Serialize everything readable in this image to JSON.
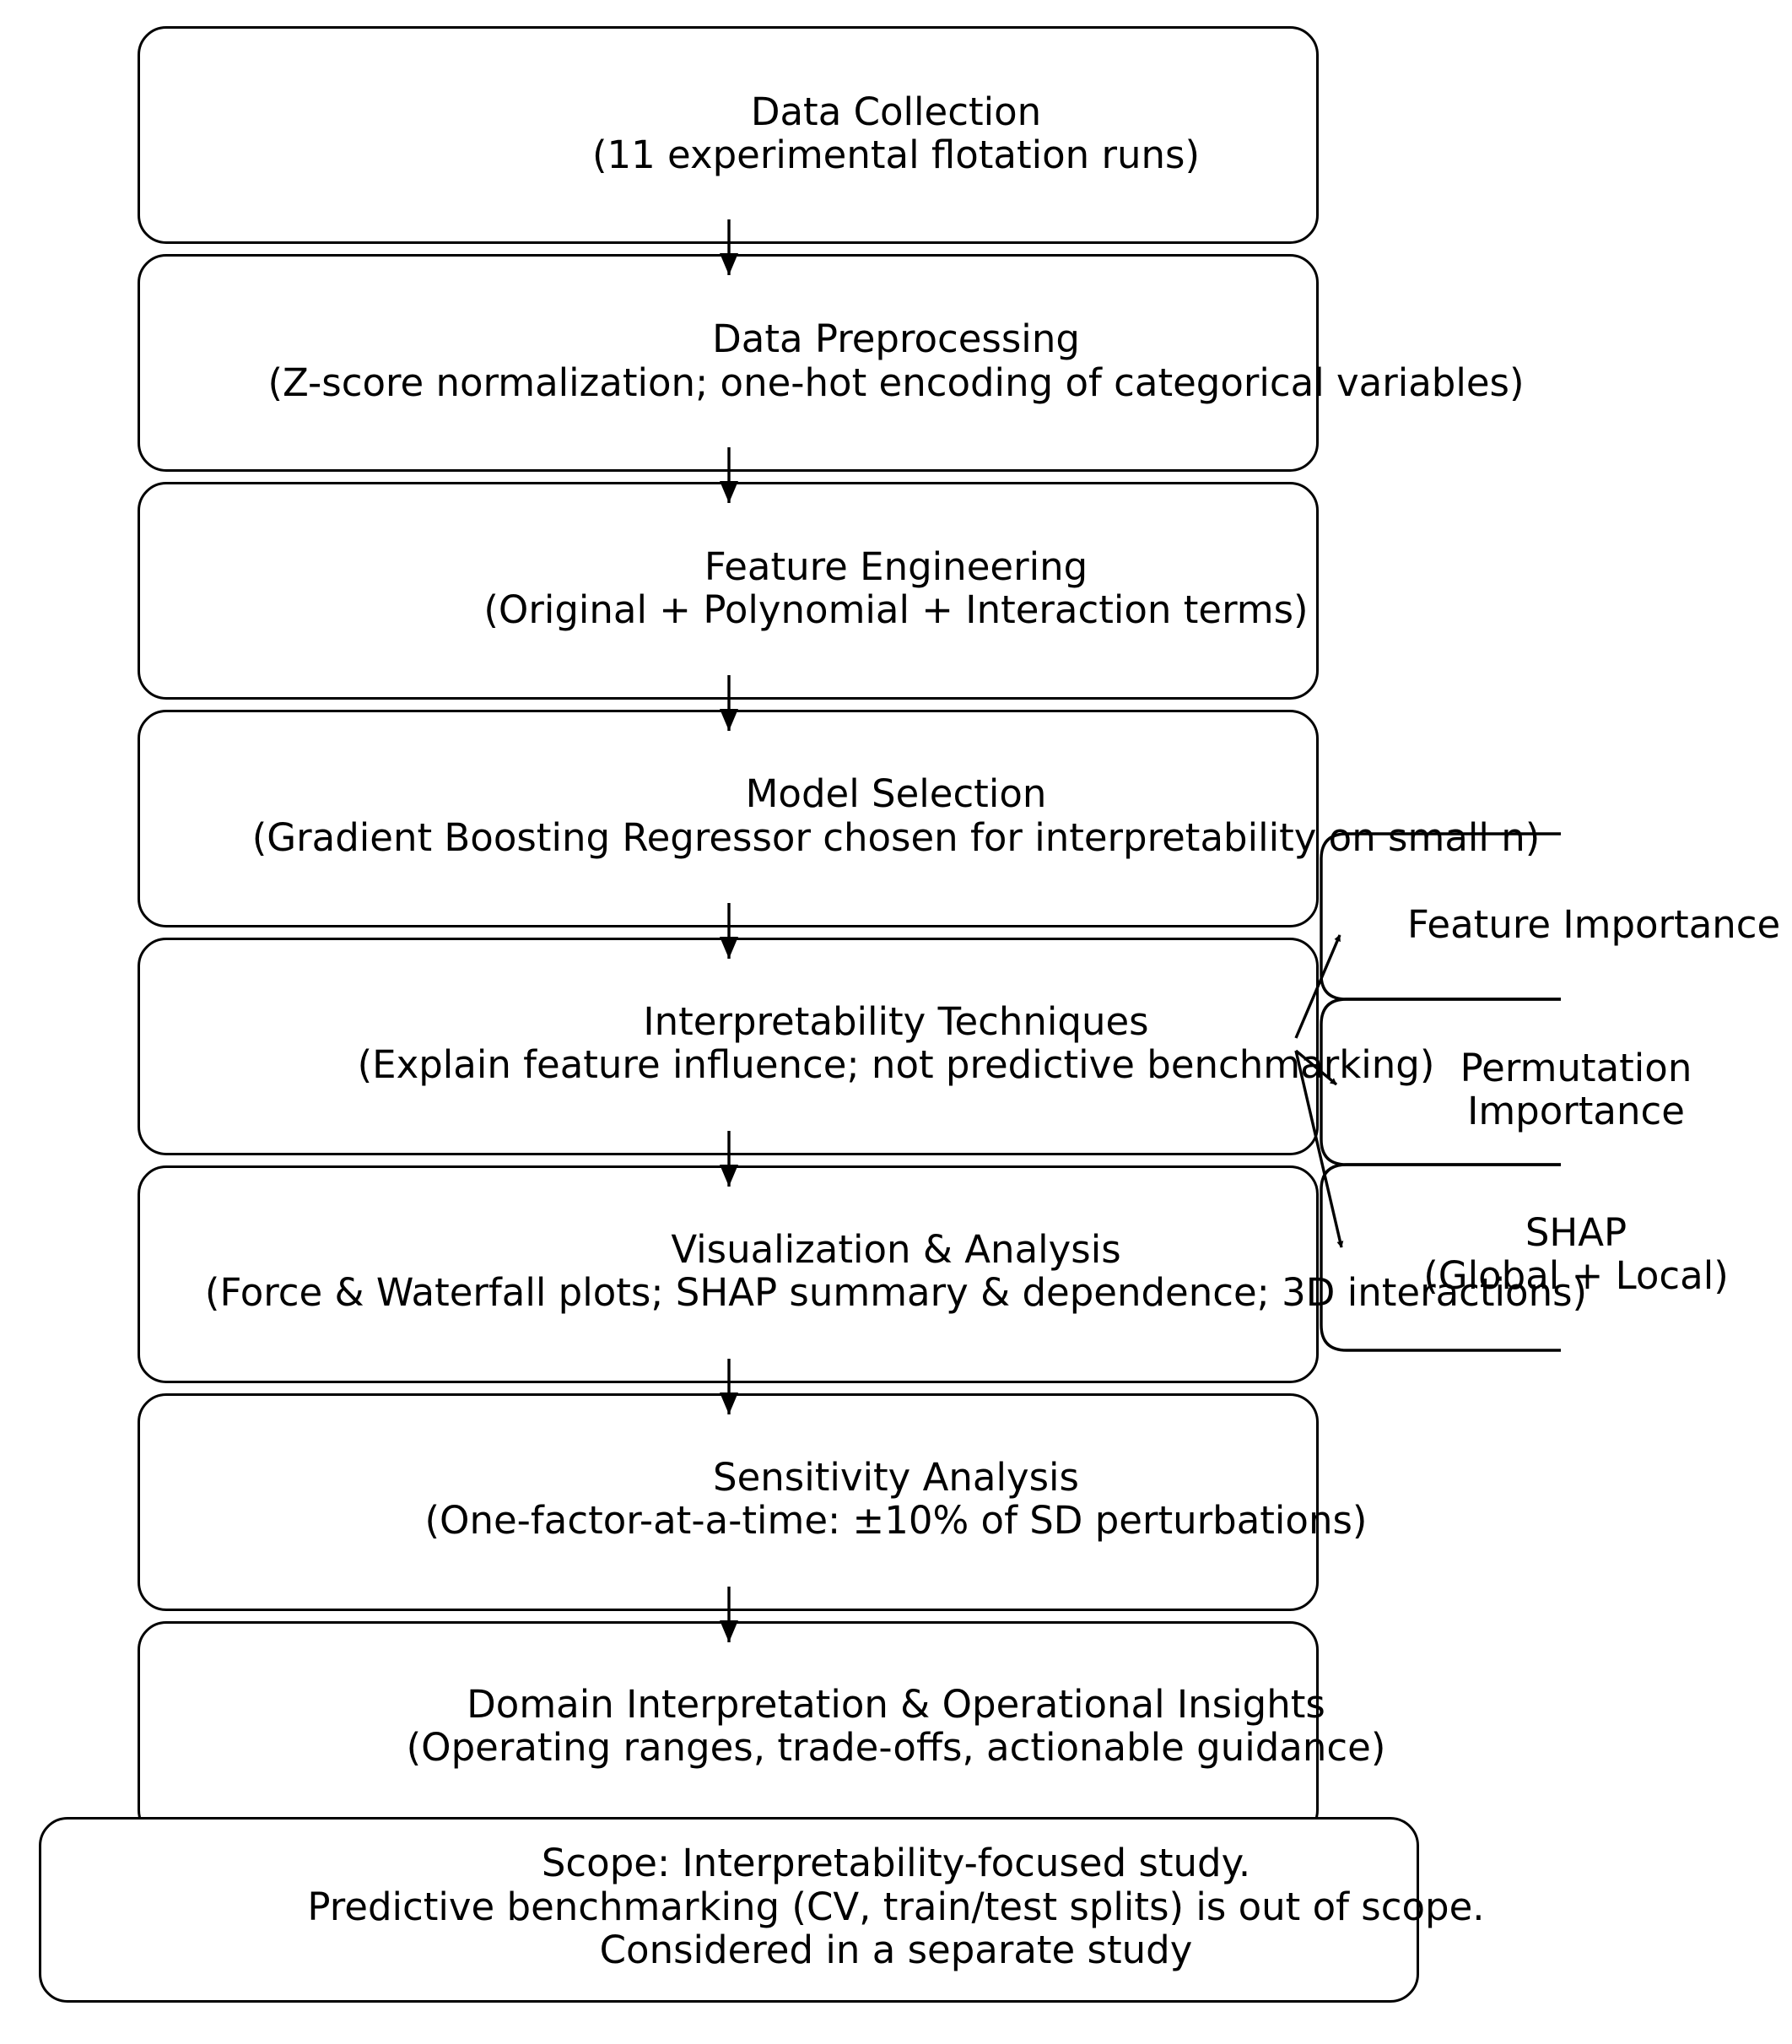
{
  "steps": [
    {
      "title": "Data Collection",
      "detail": "(11 experimental flotation runs)"
    },
    {
      "title": "Data Preprocessing",
      "detail": "(Z-score normalization; one-hot encoding of categorical variables)"
    },
    {
      "title": "Feature Engineering",
      "detail": "(Original + Polynomial + Interaction terms)"
    },
    {
      "title": "Model Selection",
      "detail": "(Gradient Boosting Regressor chosen for interpretability on small n)"
    },
    {
      "title": "Interpretability Techniques",
      "detail": "(Explain feature influence; not predictive benchmarking)"
    },
    {
      "title": "Visualization & Analysis",
      "detail": "(Force & Waterfall plots; SHAP summary & dependence; 3D interactions)"
    },
    {
      "title": "Sensitivity Analysis",
      "detail": "(One-factor-at-a-time: ±10% of SD perturbations)"
    },
    {
      "title": "Domain Interpretation & Operational Insights",
      "detail": "(Operating ranges, trade-offs, actionable guidance)"
    }
  ],
  "techniques": [
    {
      "line1": "Feature Importance",
      "line2": ""
    },
    {
      "line1": "Permutation",
      "line2": "Importance"
    },
    {
      "line1": "SHAP",
      "line2": "(Global + Local)"
    }
  ],
  "scope": {
    "line1": "Scope: Interpretability-focused study.",
    "line2": "Predictive benchmarking (CV, train/test splits) is out of scope.",
    "line3": "Considered in a separate study"
  }
}
